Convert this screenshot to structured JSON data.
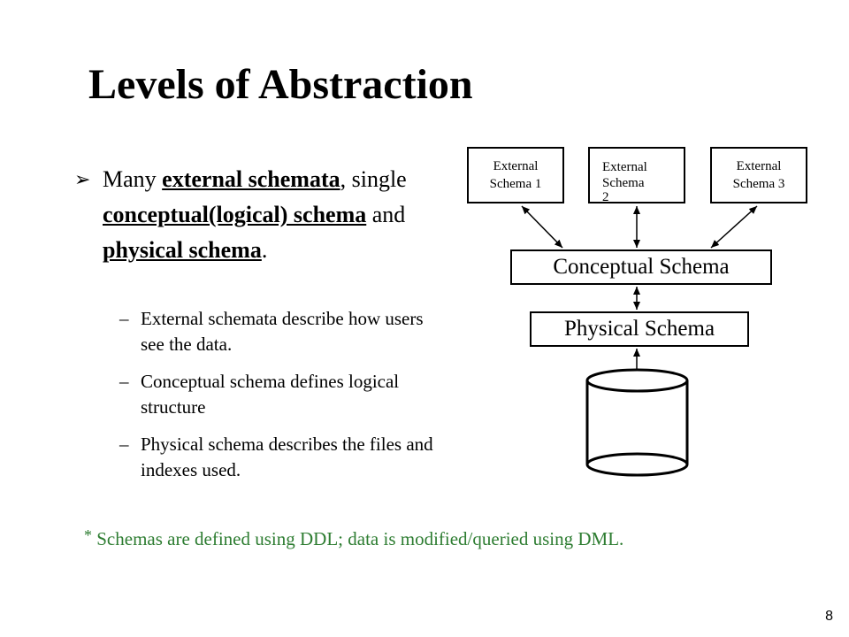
{
  "slide": {
    "title": "Levels of Abstraction",
    "page_number": "8"
  },
  "bullet": {
    "marker": "➢",
    "parts": [
      {
        "text": "Many ",
        "underlined": false
      },
      {
        "text": "external schemata",
        "underlined": true
      },
      {
        "text": ", single ",
        "underlined": false
      },
      {
        "text": "conceptual(logical) schema",
        "underlined": true
      },
      {
        "text": " and ",
        "underlined": false
      },
      {
        "text": "physical schema",
        "underlined": true
      },
      {
        "text": ".",
        "underlined": false
      }
    ],
    "sub_items": [
      "External schemata describe how users see the data.",
      "Conceptual schema defines logical structure",
      "Physical schema describes the files and indexes used."
    ]
  },
  "note": {
    "asterisk": "*",
    "text": "Schemas are defined using DDL; data is modified/queried using DML.",
    "color": "#2e7d32"
  },
  "diagram": {
    "external_1": "External Schema 1",
    "external_2_line1": "External",
    "external_2_line2": "Schema",
    "external_2_line3": "2",
    "external_3": "External Schema 3",
    "conceptual": "Conceptual Schema",
    "physical": "Physical Schema",
    "storage_icon": "database-cylinder-icon"
  }
}
